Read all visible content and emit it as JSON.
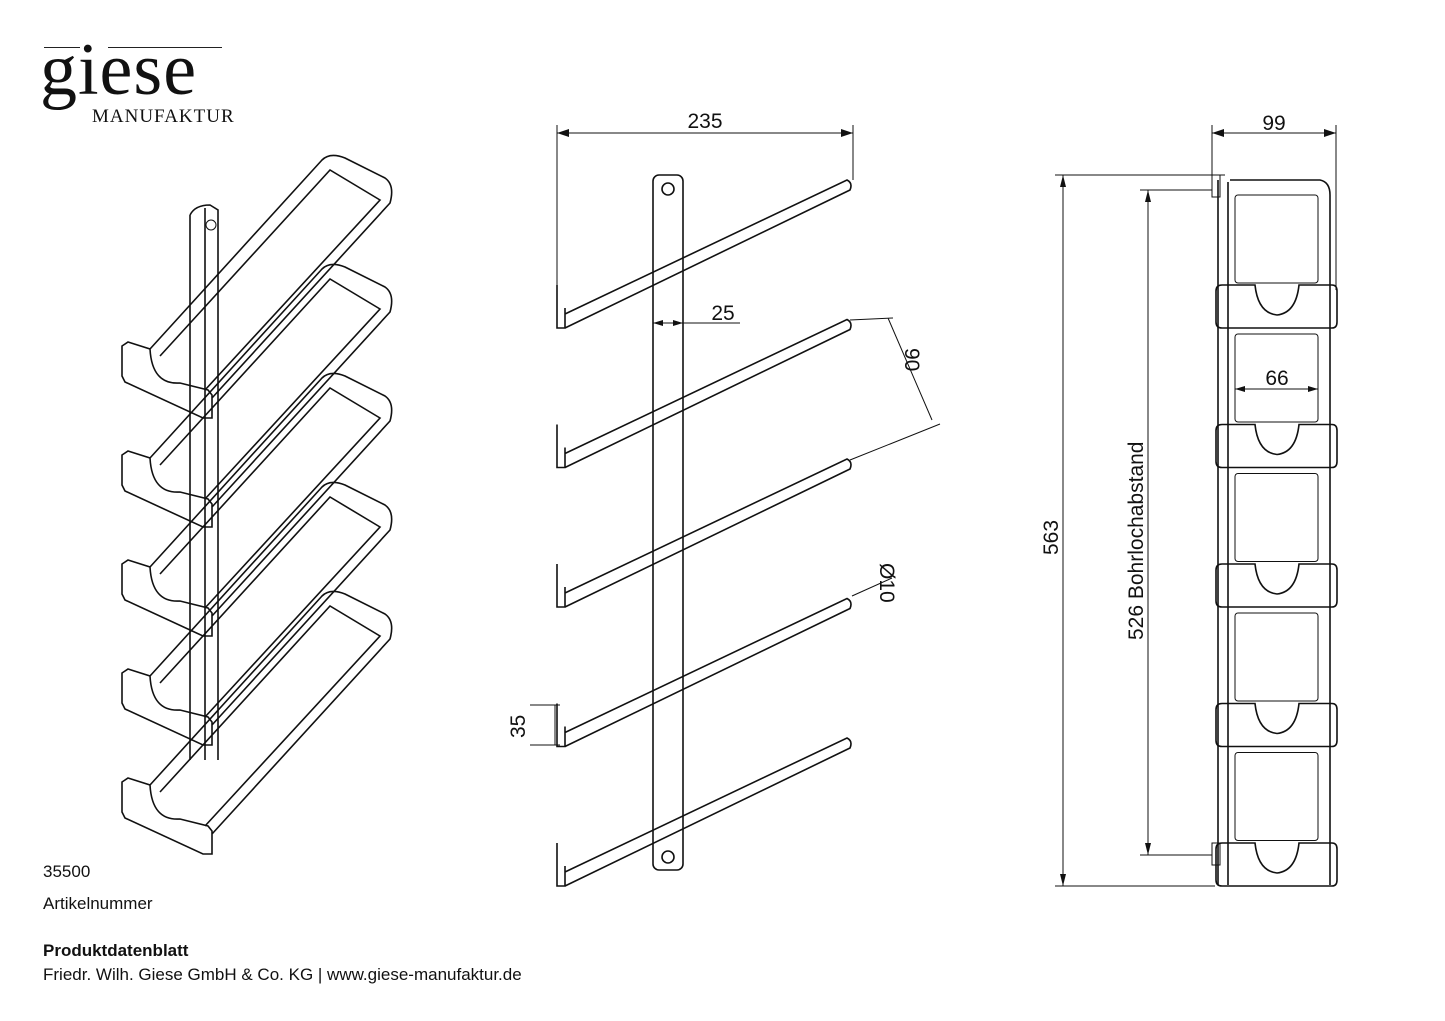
{
  "logo": {
    "word": "giese",
    "sub": "MANUFAKTUR"
  },
  "article": {
    "number": "35500",
    "label": "Artikelnummer"
  },
  "footer": {
    "title": "Produktdatenblatt",
    "company": "Friedr. Wilh. Giese GmbH & Co. KG | www.giese-manufaktur.de"
  },
  "dimensions": {
    "width_side": "235",
    "bar_width": "25",
    "arm_spacing": "90",
    "rod_diameter": "Ø10",
    "foot_height": "35",
    "depth": "99",
    "inner_width": "66",
    "total_height": "563",
    "hole_distance": "526  Bohrlochabstand"
  }
}
